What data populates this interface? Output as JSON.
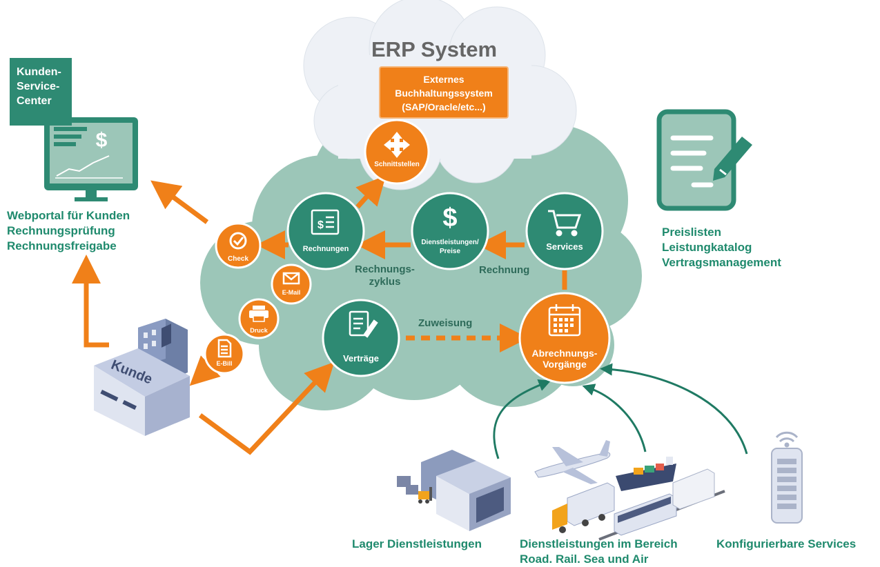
{
  "erp": {
    "title": "ERP System",
    "box_lines": [
      "Externes",
      "Buchhaltungssystem",
      "(SAP/Oracle/etc...)"
    ]
  },
  "kunden_service": {
    "lines": [
      "Kunden-",
      "Service-",
      "Center"
    ]
  },
  "webportal": {
    "lines": [
      "Webportal für Kunden",
      "Rechnungsprüfung",
      "Rechnungsfreigabe"
    ]
  },
  "preislisten": {
    "lines": [
      "Preislisten",
      "Leistungkatalog",
      "Vertragsmanagement"
    ]
  },
  "nodes": {
    "schnittstellen": "Schnittstellen",
    "rechnungen": "Rechnungen",
    "dienstleistungen": [
      "Dienstleistungen/",
      "Preise"
    ],
    "services": "Services",
    "check": "Check",
    "email": "E-Mail",
    "druck": "Druck",
    "ebill": "E-Bill",
    "vertraege": "Verträge",
    "abrechnung": [
      "Abrechnungs-",
      "Vorgänge"
    ]
  },
  "edge_labels": {
    "rechnungszyklus": [
      "Rechnungs-",
      "zyklus"
    ],
    "rechnung": "Rechnung",
    "zuweisung": "Zuweisung"
  },
  "kunde_label": "Kunde",
  "bottom": {
    "lager": "Lager Dienstleistungen",
    "road_rail": [
      "Dienstleistungen im Bereich",
      "Road. Rail. Sea und Air"
    ],
    "konfig": "Konfigurierbare Services"
  },
  "colors": {
    "orange": "#f08019",
    "teal": "#2e8a73",
    "teal_light": "#9cc6b8",
    "green_text": "#1f8a6d",
    "cloud_white": "#eef1f6"
  }
}
